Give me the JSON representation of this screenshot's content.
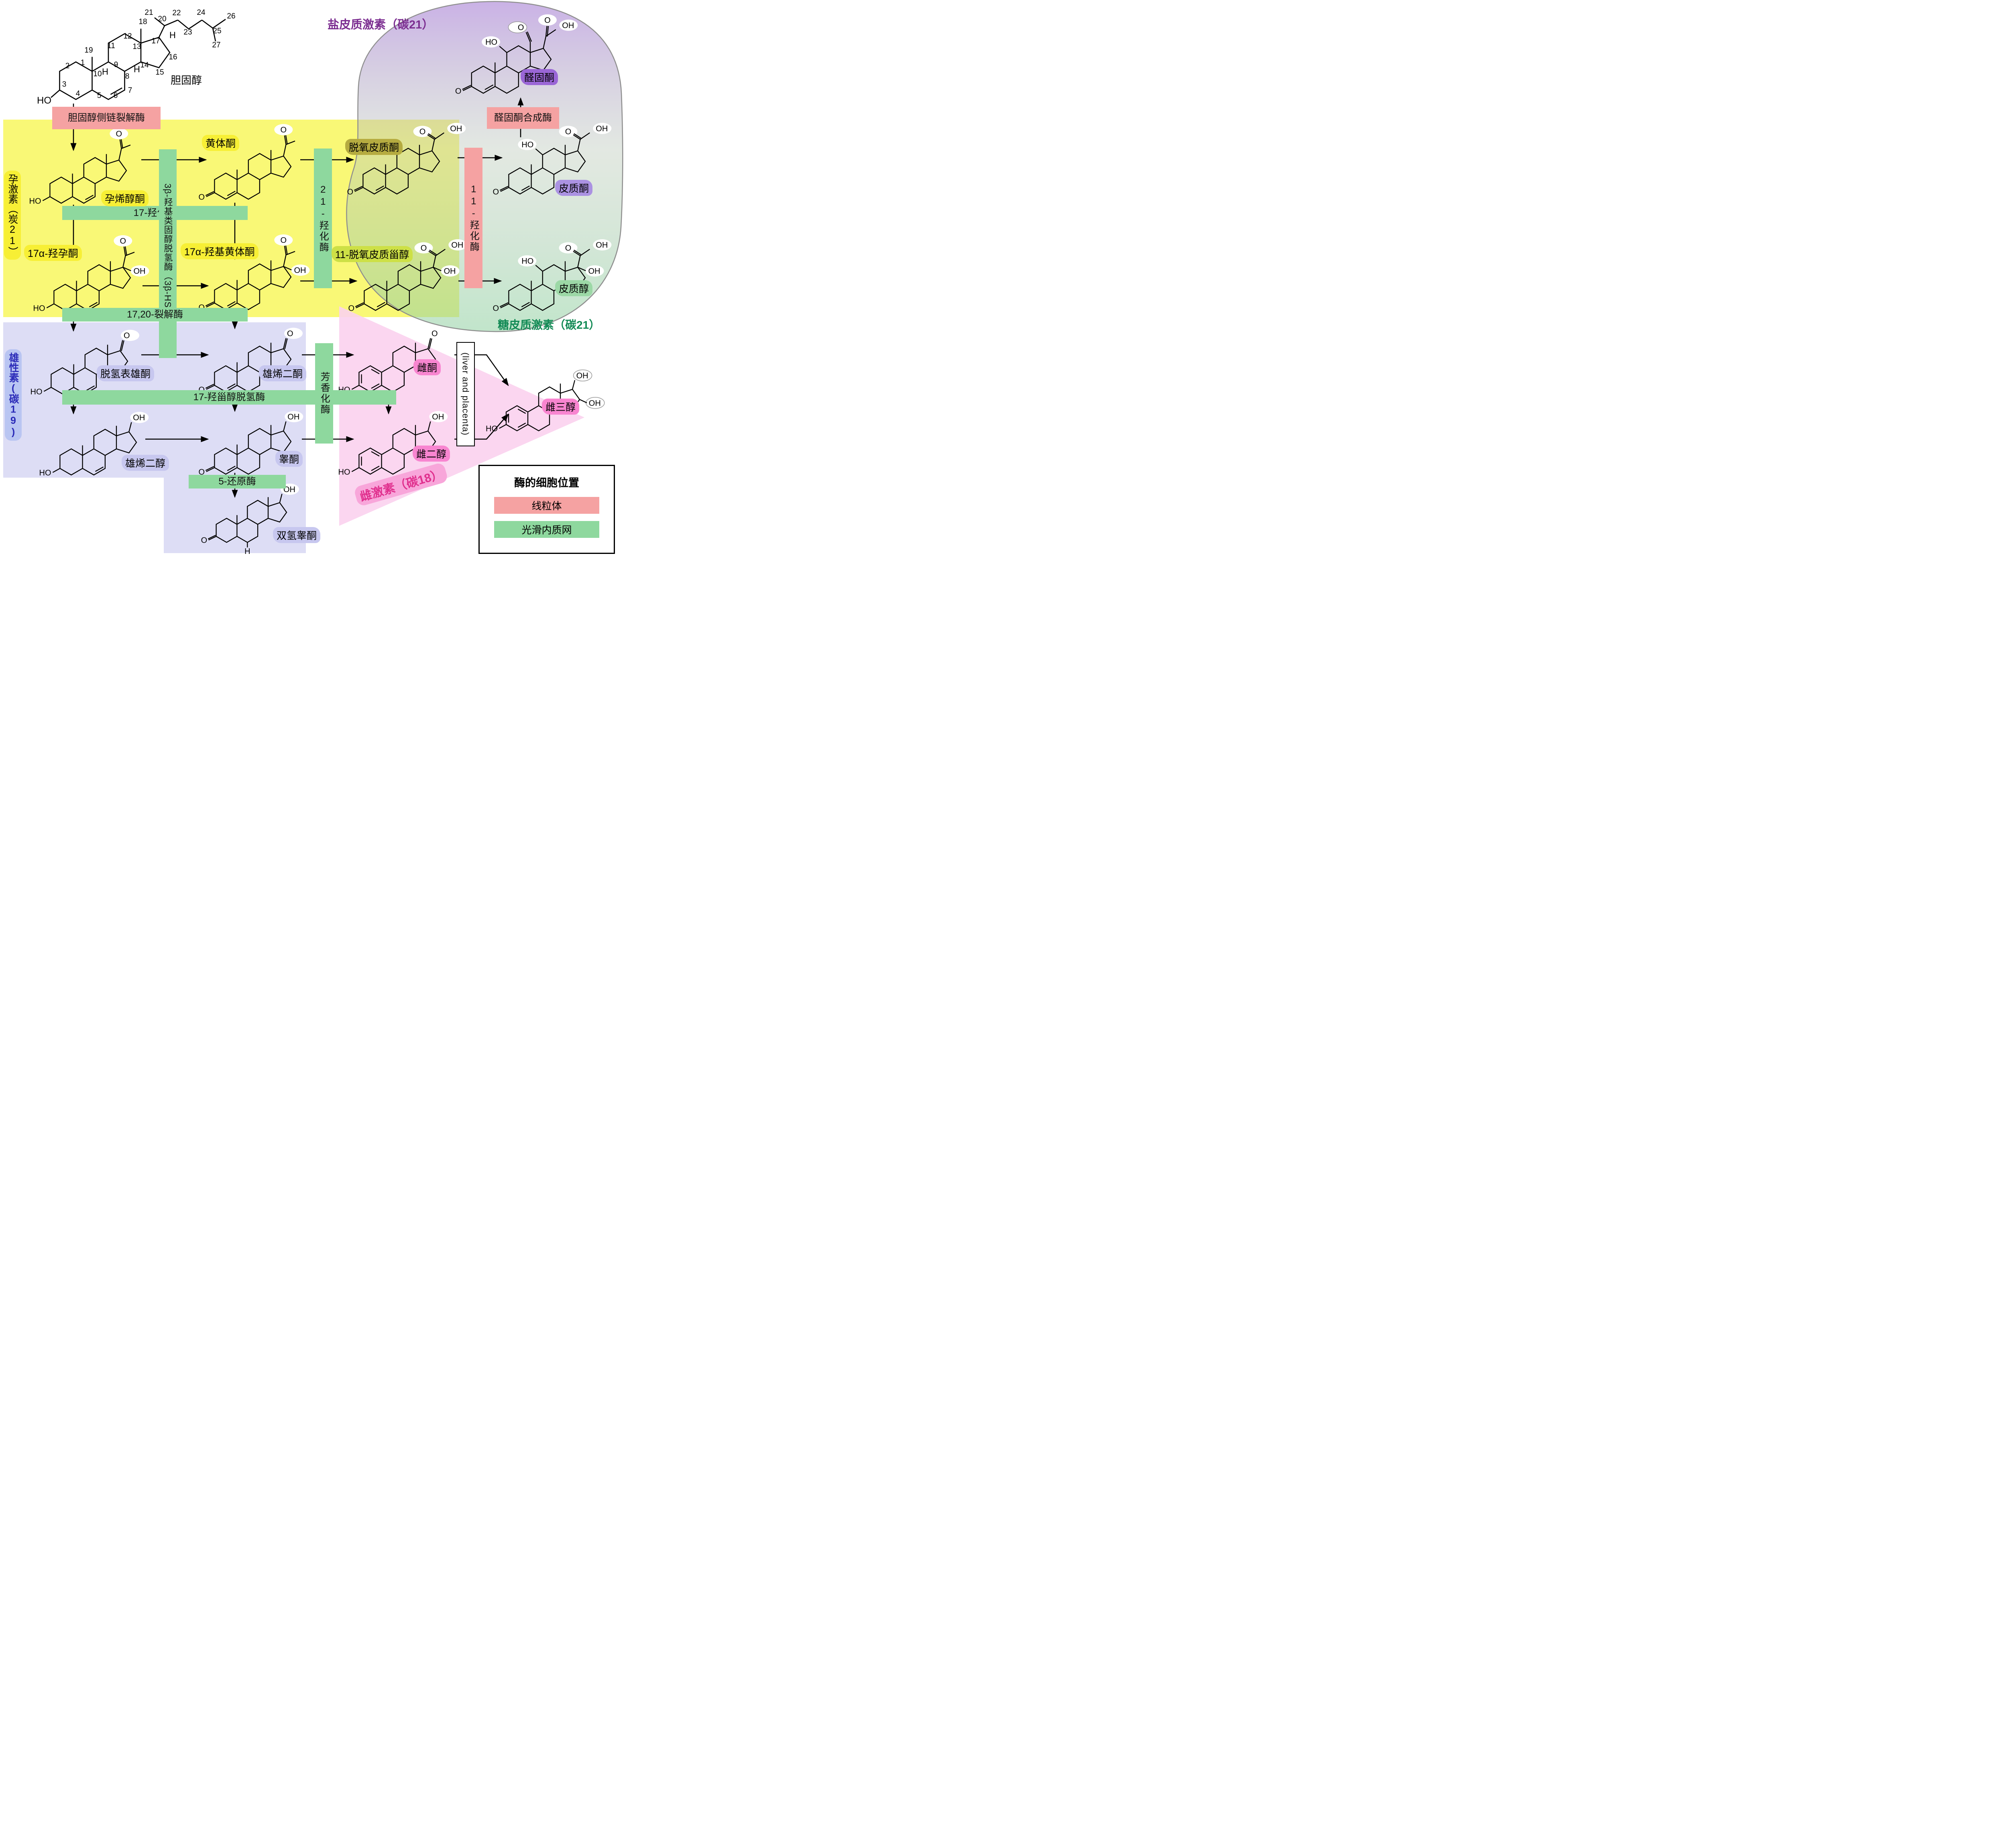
{
  "colors": {
    "mitochondria_box": "#f5a2a2",
    "smooth_er_box": "#8ed89e",
    "progestogen_bg": "#f8f75e",
    "androgen_bg": "#dbdbf4",
    "estrogen_bg": "#fbd2ee",
    "mineralocorticoid_title": "#7b2d90",
    "glucocorticoid_title": "#128a55"
  },
  "titles": {
    "mineralocorticoid": "盐皮质激素（碳21）",
    "glucocorticoid": "糖皮质激素（碳21）",
    "progestogen": "孕激素（炭21）",
    "androgen": "雄性素(碳19)",
    "estrogen": "雌激素（碳18）"
  },
  "enzymes": {
    "scc": "胆固醇侧链裂解酶",
    "h17": "17-羟化酶",
    "h21": "21-羟化酶",
    "h11": "11-羟化酶",
    "aldo_synthase": "醛固酮合成酶",
    "hsd3b": "3β-羟基类固醇脱氢酶（3β-HSD）",
    "lyase1720": "17,20-裂解酶",
    "hsd17": "17-羟甾醇脱氢酶",
    "red5": "5-还原酶",
    "aromatase": "芳香化酶",
    "liver_placenta": "(liver and placenta)"
  },
  "compounds": {
    "cholesterol": {
      "label": "胆固醇",
      "numbers": [
        "1",
        "2",
        "3",
        "4",
        "5",
        "6",
        "7",
        "8",
        "9",
        "10",
        "11",
        "12",
        "13",
        "14",
        "15",
        "16",
        "17",
        "18",
        "19",
        "20",
        "21",
        "22",
        "23",
        "24",
        "25",
        "26",
        "27"
      ],
      "groups": [
        "HO",
        "H",
        "H",
        "H"
      ]
    },
    "pregnenolone": {
      "label": "孕烯醇酮",
      "groups": [
        "O",
        "HO"
      ]
    },
    "progesterone": {
      "label": "黄体酮",
      "groups": [
        "O",
        "O"
      ]
    },
    "hydroxypregnenolone": {
      "label": "17α-羟孕酮",
      "groups": [
        "O",
        "OH",
        "HO"
      ]
    },
    "hydroxyprogesterone": {
      "label": "17α-羟基黄体酮",
      "groups": [
        "O",
        "OH",
        "O"
      ]
    },
    "deoxycorticosterone": {
      "label": "脱氧皮质酮",
      "groups": [
        "OH",
        "O",
        "O"
      ]
    },
    "corticosterone": {
      "label": "皮质酮",
      "groups": [
        "OH",
        "O",
        "HO",
        "O"
      ]
    },
    "aldosterone": {
      "label": "醛固酮",
      "groups": [
        "O",
        "O",
        "OH",
        "HO",
        "O"
      ]
    },
    "deoxycortisol": {
      "label": "11-脱氧皮质甾醇",
      "groups": [
        "OH",
        "O",
        "OH",
        "O"
      ]
    },
    "cortisol": {
      "label": "皮质醇",
      "groups": [
        "OH",
        "O",
        "HO",
        "OH",
        "O"
      ]
    },
    "dhea": {
      "label": "脱氢表雄酮",
      "groups": [
        "O",
        "HO"
      ]
    },
    "androstenedione": {
      "label": "雄烯二酮",
      "groups": [
        "O",
        "O"
      ]
    },
    "androstenediol": {
      "label": "雄烯二醇",
      "groups": [
        "OH",
        "HO"
      ]
    },
    "testosterone": {
      "label": "睾酮",
      "groups": [
        "OH",
        "O"
      ]
    },
    "dht": {
      "label": "双氢睾酮",
      "groups": [
        "OH",
        "O",
        "H"
      ]
    },
    "estrone": {
      "label": "雌酮",
      "groups": [
        "O",
        "HO"
      ]
    },
    "estradiol": {
      "label": "雌二醇",
      "groups": [
        "OH",
        "HO"
      ]
    },
    "estriol": {
      "label": "雌三醇",
      "groups": [
        "OH",
        "OH",
        "HO"
      ]
    }
  },
  "legend": {
    "title": "酶的细胞位置",
    "items": [
      {
        "label": "线粒体",
        "color": "#f5a2a2"
      },
      {
        "label": "光滑内质网",
        "color": "#8ed89e"
      }
    ]
  }
}
